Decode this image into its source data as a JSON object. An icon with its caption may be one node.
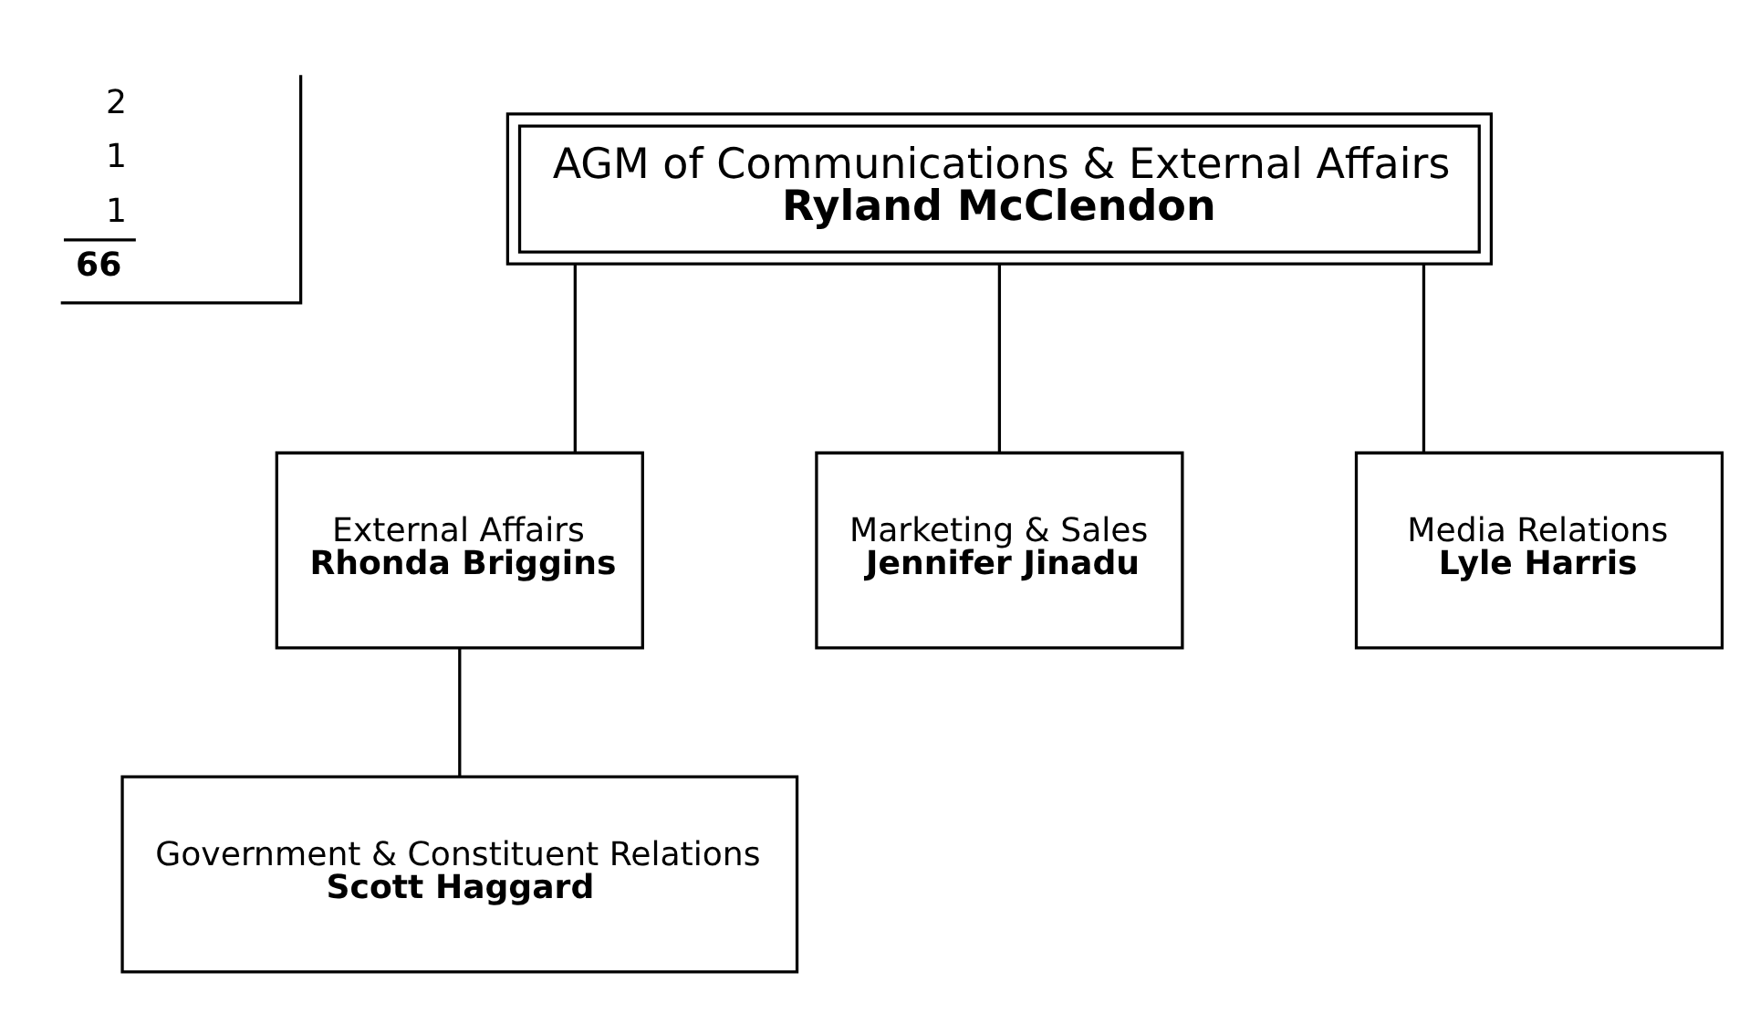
{
  "diagram": {
    "nodes": [
      {
        "text": [
          "AGM of Communications & External Affairs",
          "Ryland McClendon"
        ]
      },
      {
        "text": [
          "External Affairs",
          "Rhonda Briggins"
        ]
      },
      {
        "text": [
          "Marketing & Sales",
          "Jennifer Jinadu"
        ]
      },
      {
        "text": [
          "Media Relations",
          "Lyle Harris"
        ]
      },
      {
        "text": [
          "Government & Constituent Relations",
          "Scott Haggard"
        ]
      }
    ],
    "edges": [
      {
        "from": 0,
        "to": 1,
        "arrow": "none"
      },
      {
        "from": 0,
        "to": 2,
        "arrow": "none"
      },
      {
        "from": 0,
        "to": 3,
        "arrow": "none"
      },
      {
        "from": 1,
        "to": 4,
        "arrow": "none"
      }
    ],
    "labels": [
      "2",
      "1",
      "1",
      "66"
    ]
  }
}
